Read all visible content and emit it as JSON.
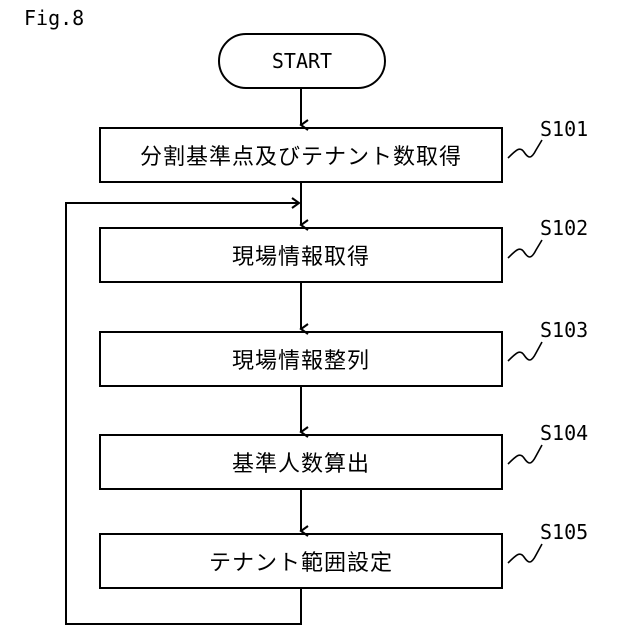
{
  "figure": {
    "label": "Fig.8"
  },
  "start": {
    "label": "START"
  },
  "steps": [
    {
      "label": "分割基準点及びテナント数取得",
      "ref": "S101"
    },
    {
      "label": "現場情報取得",
      "ref": "S102"
    },
    {
      "label": "現場情報整列",
      "ref": "S103"
    },
    {
      "label": "基準人数算出",
      "ref": "S104"
    },
    {
      "label": "テナント範囲設定",
      "ref": "S105"
    }
  ]
}
